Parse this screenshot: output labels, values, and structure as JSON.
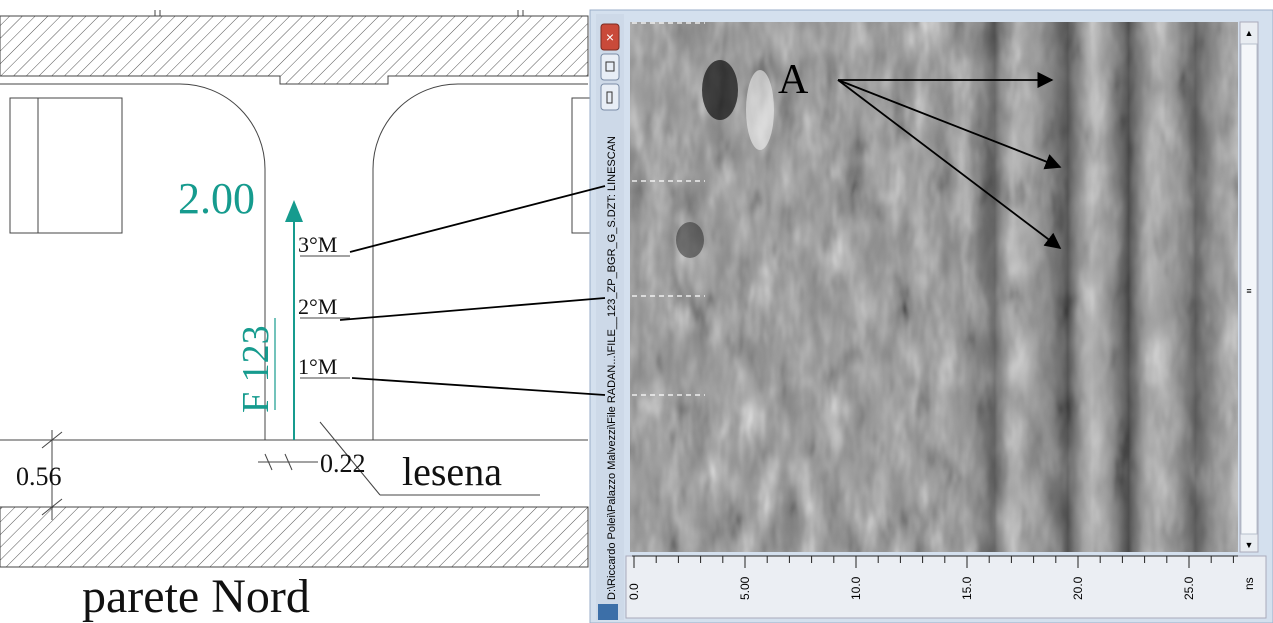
{
  "plan": {
    "title": "parete Nord",
    "height_value": "2.00",
    "profile_label": "F 123",
    "pillaster_label": "lesena",
    "dim_left": "0.56",
    "dim_right": "0.22",
    "marks": [
      "3°M",
      "2°M",
      "1°M"
    ],
    "accent_color": "#169b8e"
  },
  "radar_window": {
    "file_path": "D:\\Riccardo Polei\\Palazzo Malvezzi\\File RADAN...\\FILE__123_ZP_BGR_G_S.DZT: LINESCAN",
    "annotation": "A",
    "time_ticks": [
      "0.0",
      "5.00",
      "10.0",
      "15.0",
      "20.0",
      "25.0"
    ],
    "time_unit": "ns",
    "controls": [
      "close-icon",
      "restore-icon",
      "minimize-icon"
    ]
  }
}
